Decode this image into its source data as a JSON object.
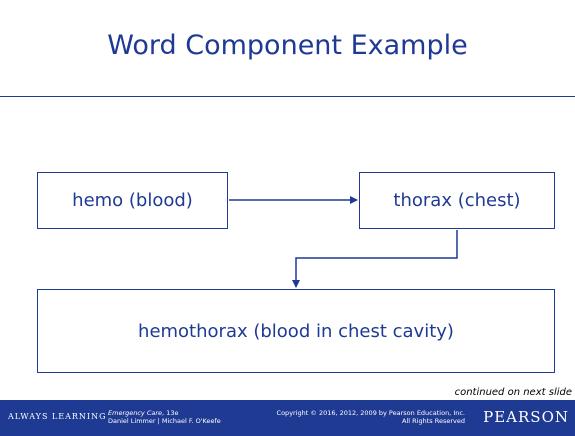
{
  "slide": {
    "title": "Word Component Example",
    "continued_note": "continued on next slide"
  },
  "diagram": {
    "nodes": [
      {
        "id": "hemo",
        "label": "hemo (blood)"
      },
      {
        "id": "thorax",
        "label": "thorax (chest)"
      },
      {
        "id": "result",
        "label": "hemothorax (blood in chest cavity)"
      }
    ],
    "edges": [
      {
        "from": "hemo",
        "to": "thorax"
      },
      {
        "from": "thorax",
        "to": "result"
      }
    ]
  },
  "footer": {
    "tagline": "ALWAYS LEARNING",
    "book_title": "Emergency Care",
    "book_edition": ", 13e",
    "authors": "Daniel Limmer | Michael F. O'Keefe",
    "copyright_line1": "Copyright © 2016, 2012, 2009 by Pearson Education, Inc.",
    "copyright_line2": "All Rights Reserved",
    "logo": "PEARSON"
  },
  "colors": {
    "accent": "#1f3a93",
    "background": "#ffffff",
    "footer_text": "#ffffff"
  }
}
